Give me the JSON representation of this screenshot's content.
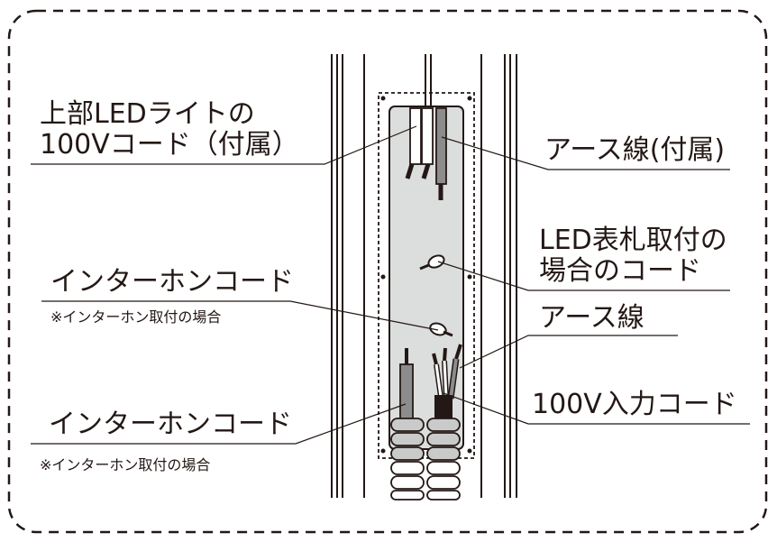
{
  "labels": {
    "top_led_cord_line1": "上部LEDライトの",
    "top_led_cord_line2": "100Vコード（付属）",
    "ground_wire_included": "アース線(付属)",
    "led_nameplate_cord_line1": "LED表札取付の",
    "led_nameplate_cord_line2": "場合のコード",
    "intercom_cord_upper": "インターホンコード",
    "intercom_note_upper": "※インターホン取付の場合",
    "ground_wire": "アース線",
    "input_cord_100v": "100V入力コード",
    "intercom_cord_lower": "インターホンコード",
    "intercom_note_lower": "※インターホン取付の場合"
  },
  "colors": {
    "ink": "#231815",
    "panel_fill": "#dcdddd",
    "gray_wire": "#8c8c8c",
    "black_wire": "#231815",
    "conduit_fill": "#c9caca"
  }
}
